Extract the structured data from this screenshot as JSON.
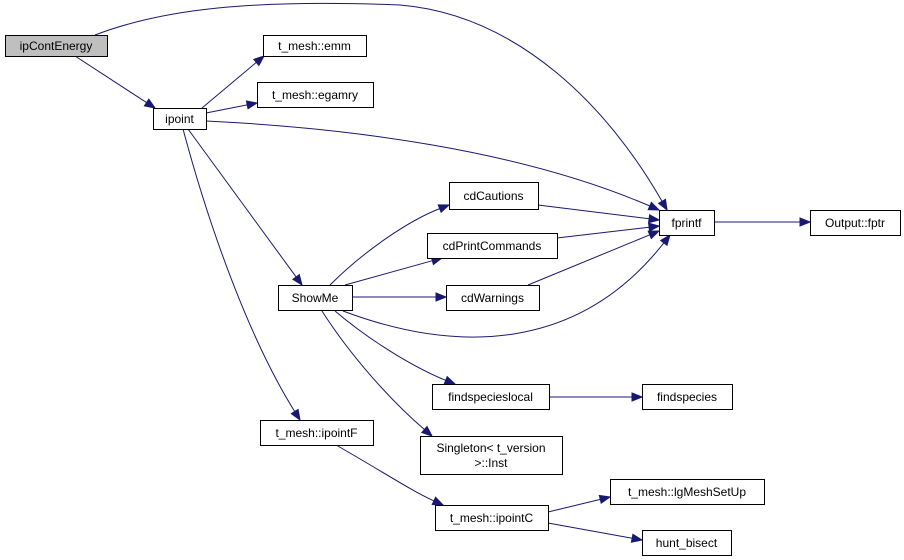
{
  "colors": {
    "edge": "#191970",
    "node_fill": "#ffffff",
    "root_fill": "#bfbfbf",
    "border": "#000000"
  },
  "nodes": {
    "ipContEnergy": {
      "lines": [
        "ipContEnergy"
      ],
      "root": true
    },
    "ipoint": {
      "lines": [
        "ipoint"
      ]
    },
    "emm": {
      "lines": [
        "t_mesh::emm"
      ]
    },
    "egamry": {
      "lines": [
        "t_mesh::egamry"
      ]
    },
    "fprintf": {
      "lines": [
        "fprintf"
      ]
    },
    "fptr": {
      "lines": [
        "Output::fptr"
      ]
    },
    "cdCautions": {
      "lines": [
        "cdCautions"
      ]
    },
    "cdPrintCommands": {
      "lines": [
        "cdPrintCommands"
      ]
    },
    "cdWarnings": {
      "lines": [
        "cdWarnings"
      ]
    },
    "ShowMe": {
      "lines": [
        "ShowMe"
      ]
    },
    "findspecieslocal": {
      "lines": [
        "findspecieslocal"
      ]
    },
    "findspecies": {
      "lines": [
        "findspecies"
      ]
    },
    "Singleton": {
      "lines": [
        "Singleton< t_version",
        ">::Inst"
      ]
    },
    "ipointF": {
      "lines": [
        "t_mesh::ipointF"
      ]
    },
    "ipointC": {
      "lines": [
        "t_mesh::ipointC"
      ]
    },
    "lgMeshSetUp": {
      "lines": [
        "t_mesh::lgMeshSetUp"
      ]
    },
    "hunt_bisect": {
      "lines": [
        "hunt_bisect"
      ]
    }
  },
  "edges": [
    [
      "ipContEnergy",
      "ipoint"
    ],
    [
      "ipContEnergy",
      "fprintf"
    ],
    [
      "ipoint",
      "emm"
    ],
    [
      "ipoint",
      "egamry"
    ],
    [
      "ipoint",
      "fprintf"
    ],
    [
      "ipoint",
      "ShowMe"
    ],
    [
      "ipoint",
      "ipointF"
    ],
    [
      "ShowMe",
      "cdCautions"
    ],
    [
      "ShowMe",
      "cdPrintCommands"
    ],
    [
      "ShowMe",
      "cdWarnings"
    ],
    [
      "ShowMe",
      "fprintf"
    ],
    [
      "ShowMe",
      "findspecieslocal"
    ],
    [
      "ShowMe",
      "Singleton"
    ],
    [
      "cdCautions",
      "fprintf"
    ],
    [
      "cdPrintCommands",
      "fprintf"
    ],
    [
      "cdWarnings",
      "fprintf"
    ],
    [
      "fprintf",
      "fptr"
    ],
    [
      "findspecieslocal",
      "findspecies"
    ],
    [
      "ipointF",
      "ipointC"
    ],
    [
      "ipointC",
      "lgMeshSetUp"
    ],
    [
      "ipointC",
      "hunt_bisect"
    ]
  ]
}
